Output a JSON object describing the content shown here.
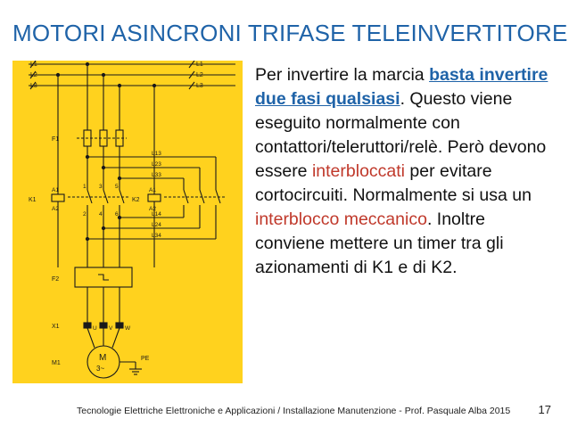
{
  "slide": {
    "title": "MOTORI ASINCRONI TRIFASE TELEINVERTITORE",
    "footer": "Tecnologie Elettriche Elettroniche e Applicazioni / Installazione Manutenzione  - Prof. Pasquale Alba 2015",
    "page_number": "17"
  },
  "body": {
    "part1": "Per invertire la marcia ",
    "link_text": "basta invertire due fasi qualsiasi",
    "part2": ". Questo viene eseguito normalmente con contattori/teleruttori/relè. Però devono essere ",
    "highlight1": "interbloccati",
    "part3": " per evitare cortocircuiti. Normalmente si usa un ",
    "highlight2": "interblocco meccanico",
    "part4": ". Inoltre conviene mettere un timer tra gli azionamenti di K1 e di K2."
  },
  "diagram": {
    "bus_left": [
      "L1",
      "L2",
      "L3"
    ],
    "bus_right": [
      "L1",
      "L2",
      "L3"
    ],
    "fuse_label": "F1",
    "k1_label": "K1",
    "k2_label": "K2",
    "coil_a1": "A1",
    "coil_a2": "A2",
    "contact_numbers_top": [
      "1",
      "3",
      "5"
    ],
    "contact_numbers_bottom": [
      "2",
      "4",
      "6"
    ],
    "phase_cross_labels": [
      "L13",
      "L23",
      "L33",
      "L14",
      "L24",
      "L34"
    ],
    "overload_label": "F2",
    "terminal_label": "X1",
    "terminals": [
      "U",
      "V",
      "W"
    ],
    "motor_label": "M1",
    "motor_symbol": "M",
    "motor_phase": "3~",
    "ground_label": "PE",
    "colors": {
      "background": "#ffd21e",
      "lines": "#1a1a1a"
    }
  }
}
